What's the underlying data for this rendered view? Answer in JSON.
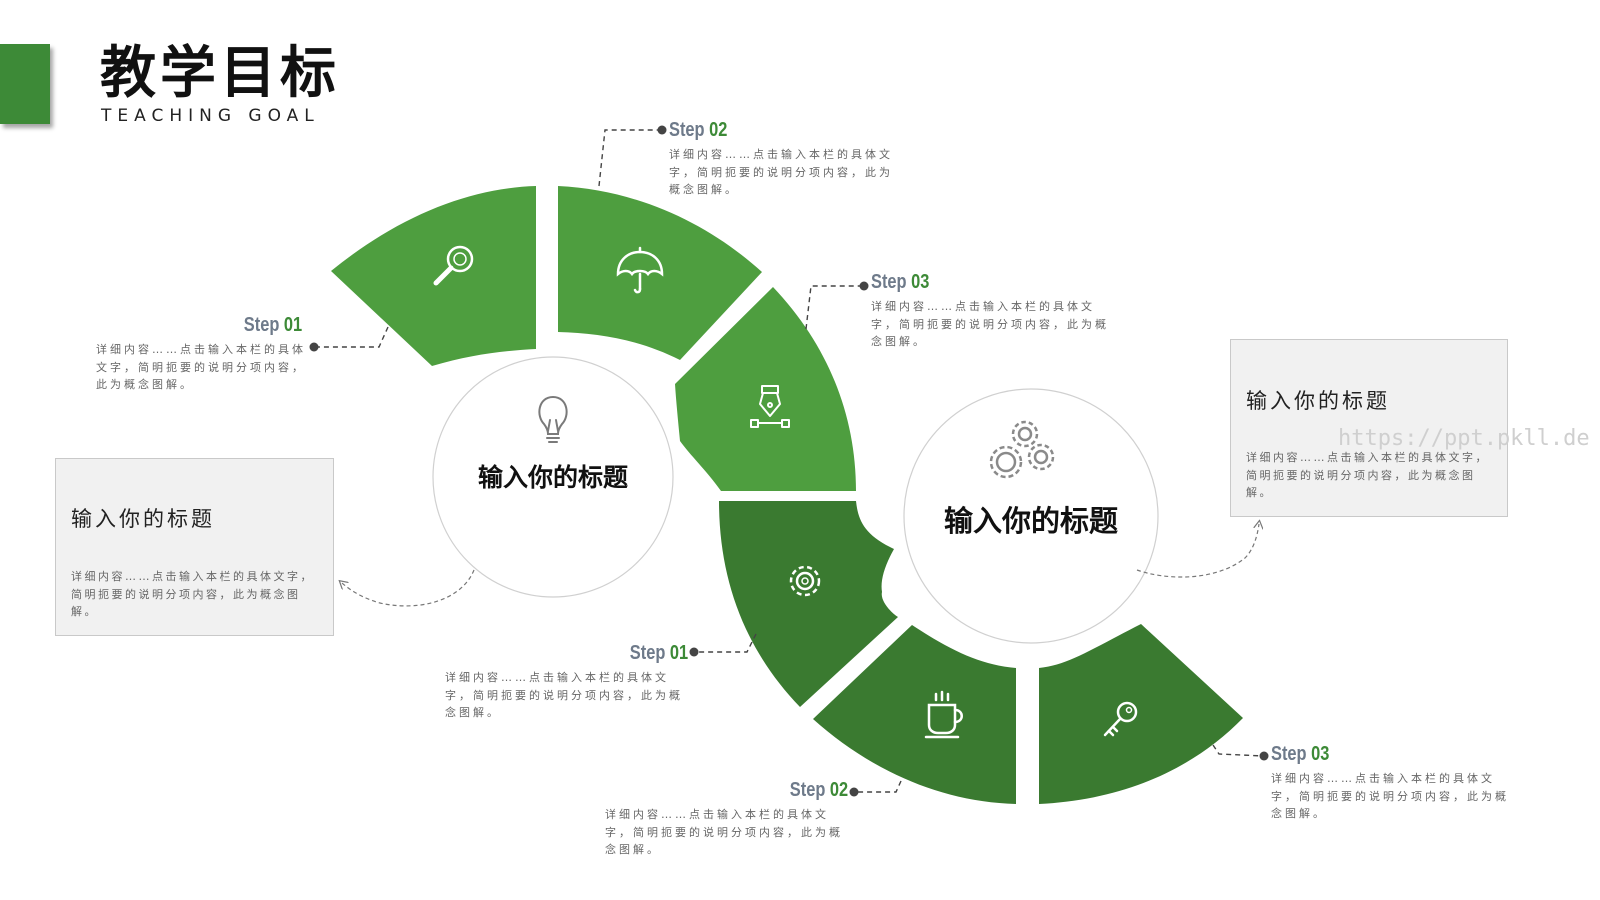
{
  "header": {
    "title": "教学目标",
    "subtitle": "TEACHING GOAL"
  },
  "colors": {
    "accent_light": "#4e9e3f",
    "accent_dark": "#3a7a30",
    "header_bar": "#3d8a37",
    "step_word": "#6e7a8a",
    "step_number": "#3d8a37"
  },
  "left_group": {
    "center_title": "输入你的标题",
    "center_icon": "lightbulb-icon",
    "segment_icons": [
      "magnifier-icon",
      "umbrella-icon",
      "pen-tool-icon"
    ],
    "box": {
      "title": "输入你的标题",
      "desc": "详细内容……点击输入本栏的具体文字，简明扼要的说明分项内容，此为概念图解。"
    },
    "steps": [
      {
        "word": "Step",
        "num": "01",
        "desc": "详细内容……点击输入本栏的具体文字，简明扼要的说明分项内容，此为概念图解。"
      },
      {
        "word": "Step",
        "num": "02",
        "desc": "详细内容……点击输入本栏的具体文字，简明扼要的说明分项内容，此为概念图解。"
      },
      {
        "word": "Step",
        "num": "03",
        "desc": "详细内容……点击输入本栏的具体文字，简明扼要的说明分项内容，此为概念图解。"
      }
    ]
  },
  "right_group": {
    "center_title": "输入你的标题",
    "center_icon": "gears-icon",
    "segment_icons": [
      "gear-icon",
      "coffee-cup-icon",
      "key-icon"
    ],
    "box": {
      "title": "输入你的标题",
      "desc": "详细内容……点击输入本栏的具体文字，简明扼要的说明分项内容，此为概念图解。"
    },
    "steps": [
      {
        "word": "Step",
        "num": "01",
        "desc": "详细内容……点击输入本栏的具体文字，简明扼要的说明分项内容，此为概念图解。"
      },
      {
        "word": "Step",
        "num": "02",
        "desc": "详细内容……点击输入本栏的具体文字，简明扼要的说明分项内容，此为概念图解。"
      },
      {
        "word": "Step",
        "num": "03",
        "desc": "详细内容……点击输入本栏的具体文字，简明扼要的说明分项内容，此为概念图解。"
      }
    ]
  },
  "watermark": "https://ppt.pkll.de"
}
